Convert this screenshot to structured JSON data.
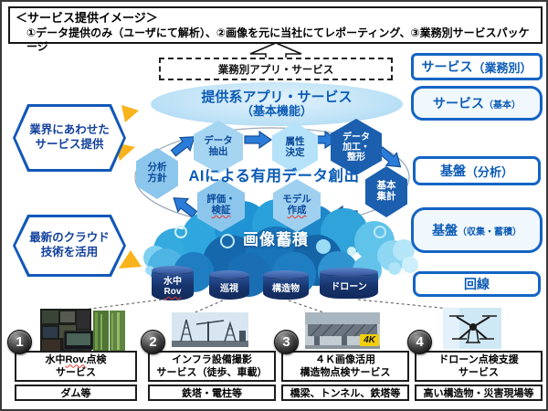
{
  "header": {
    "title": "＜サービス提供イメージ＞",
    "subtitle": "①データ提供のみ（ユーザにて解析）、②画像を元に当社にてレポーティング、③業務別サービスパッケージ"
  },
  "flow": {
    "dashed_box": "業務別アプリ・サービス",
    "ellipse": {
      "line1": "提供系アプリ・サービス",
      "line2": "（基本機能）"
    },
    "cloud_label": "画像蓄積"
  },
  "callouts": {
    "industry": {
      "line1": "業界にあわせた",
      "line2": "サービス提供"
    },
    "cloud_tech": {
      "line1": "最新のクラウド",
      "line2": "技術を活用"
    }
  },
  "ai_cycle": {
    "center": "AIによる有用データ創出",
    "steps": {
      "analysis_policy": {
        "line1": "分析",
        "line2": "方針"
      },
      "data_extract": {
        "line1": "データ",
        "line2": "抽出"
      },
      "attribute_decide": {
        "line1": "属性",
        "line2": "決定"
      },
      "data_shaping": {
        "line1": "データ",
        "line2": "加工・",
        "line3": "整形"
      },
      "basic_tally": {
        "line1": "基本",
        "line2": "集計"
      },
      "model_create": {
        "line1": "モデル",
        "line2": "作成"
      },
      "evaluate_verify": {
        "line1": "評価・",
        "line2": "検証"
      }
    }
  },
  "databases": {
    "underwater": {
      "line1": "水中",
      "line2": "Rov"
    },
    "patrol": "巡視",
    "structure": "構造物",
    "drone": "ドローン"
  },
  "layers": {
    "service_business": {
      "main": "サービス",
      "sub": "（業務別）"
    },
    "service_basic": {
      "main": "サービス",
      "sub": "（基本）"
    },
    "platform_analysis": {
      "main": "基盤",
      "sub": "（分析）"
    },
    "platform_collect": {
      "main": "基盤",
      "sub": "（収集・蓄積）"
    },
    "line": {
      "main": "回線",
      "sub": ""
    }
  },
  "services": [
    {
      "num": "1",
      "title_pre": "水中",
      "title_wavy": "Rov.",
      "title_post": "点検",
      "title2": "サービス",
      "target": "ダム等"
    },
    {
      "num": "2",
      "title1": "インフラ設備撮影",
      "title2": "サービス（徒歩、車載）",
      "target": "鉄塔・電柱等"
    },
    {
      "num": "3",
      "title1": "４Ｋ画像活用",
      "title2": "構造物点検サービス",
      "target": "橋梁、トンネル、鉄塔等"
    },
    {
      "num": "4",
      "title1": "ドローン点検支援",
      "title2": "サービス",
      "target": "高い構造物・災害現場等"
    }
  ],
  "badges": {
    "fourk": "4K"
  },
  "colors": {
    "accent_blue": "#1464c4",
    "dark_hex_blue": "#1b5fae",
    "light_hex_blue": "#a6d5f2",
    "cloud_blue": "#1f93d4",
    "db_navy": "#16336b",
    "arrow_blue": "#2b7cd8",
    "callout_arrow_yellow": "#f9b31b",
    "badge_yellow": "#f2cf0a"
  }
}
